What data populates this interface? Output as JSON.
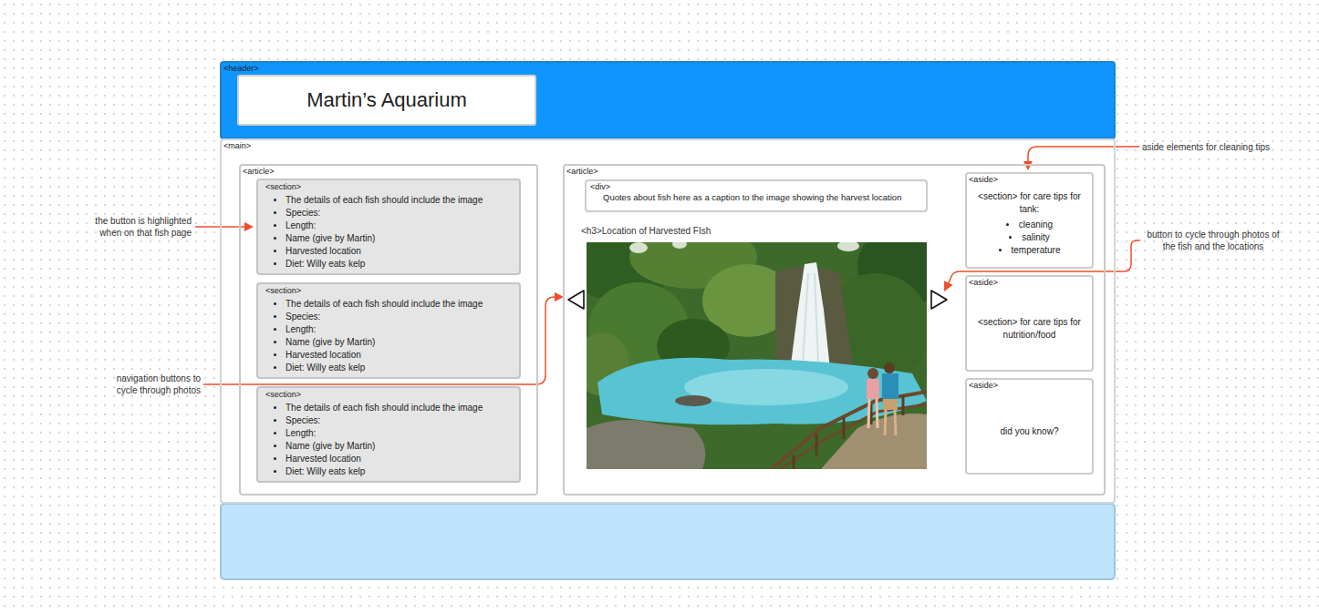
{
  "diagram": {
    "nodes": [
      {
        "text": [
          "<header>"
        ]
      },
      {
        "text": [
          "Martin’s Aquarium"
        ],
        "in": 0
      },
      {
        "text": [
          "<main>"
        ]
      },
      {
        "text": [
          "<article>"
        ],
        "in": 2
      },
      {
        "text": [
          "<section>",
          "The details of each fish should include the image",
          "Species:",
          "Length:",
          "Name (give by Martin)",
          "Harvested location",
          "Diet: Willy eats kelp"
        ],
        "in": 3
      },
      {
        "text": [
          "<section>",
          "The details of each fish should include the image",
          "Species:",
          "Length:",
          "Name (give by Martin)",
          "Harvested location",
          "Diet: Willy eats kelp"
        ],
        "in": 3
      },
      {
        "text": [
          "<section>",
          "The details of each fish should include the image",
          "Species:",
          "Length:",
          "Name (give by Martin)",
          "Harvested location",
          "Diet: Willy eats kelp"
        ],
        "in": 3
      },
      {
        "text": [
          "<article>"
        ],
        "in": 2
      },
      {
        "text": [
          "<div>",
          "Quotes about fish here as a caption to the image showing the harvest location"
        ],
        "in": 7
      },
      {
        "text": [
          "<aside>",
          "<section> for care tips for tank:",
          "cleaning",
          "salinity",
          "temperature"
        ],
        "in": 7
      },
      {
        "text": [
          "<aside>",
          "<section> for care tips for nutrition/food"
        ],
        "in": 7
      },
      {
        "text": [
          "<aside>",
          "did you know?"
        ],
        "in": 7
      }
    ],
    "labels": [
      "aside elements for cleaning tips",
      "the button is highlighted when on that fish page",
      "<h3>Location of Harvested FIsh",
      "button to cycle through photos of the fish and the locations",
      "navigation buttons to cycle through photos"
    ]
  }
}
